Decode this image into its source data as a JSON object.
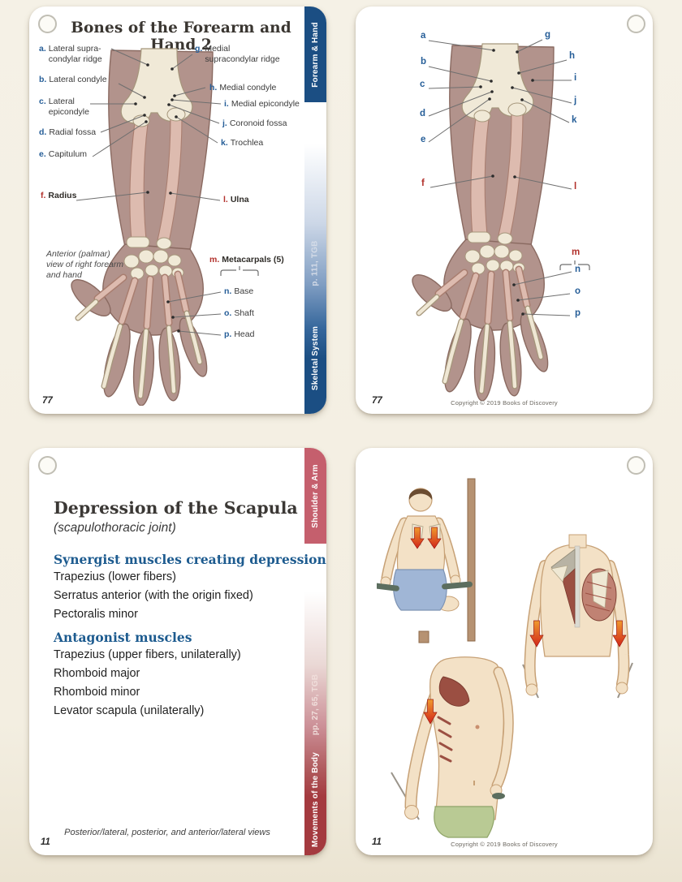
{
  "card1": {
    "tab_top": "Forearm & Hand",
    "tab_ref": "p. 111, TGB",
    "tab_bottom": "Skeletal System",
    "title": "Bones of the Forearm and Hand 2",
    "labels": {
      "a": {
        "k": "a.",
        "t": "Lateral supra-\ncondylar ridge"
      },
      "b": {
        "k": "b.",
        "t": "Lateral condyle"
      },
      "c": {
        "k": "c.",
        "t": "Lateral\nepicondyle"
      },
      "d": {
        "k": "d.",
        "t": "Radial fossa"
      },
      "e": {
        "k": "e.",
        "t": "Capitulum"
      },
      "f": {
        "k": "f.",
        "t": "Radius"
      },
      "g": {
        "k": "g.",
        "t": "Medial\nsupracondylar ridge"
      },
      "h": {
        "k": "h.",
        "t": "Medial condyle"
      },
      "i": {
        "k": "i.",
        "t": "Medial epicondyle"
      },
      "j": {
        "k": "j.",
        "t": "Coronoid fossa"
      },
      "k": {
        "k": "k.",
        "t": "Trochlea"
      },
      "l": {
        "k": "l.",
        "t": "Ulna"
      },
      "m": {
        "k": "m.",
        "t": "Metacarpals (5)"
      },
      "n": {
        "k": "n.",
        "t": "Base"
      },
      "o": {
        "k": "o.",
        "t": "Shaft"
      },
      "p": {
        "k": "p.",
        "t": "Head"
      }
    },
    "caption": "Anterior (palmar)\nview of right forearm\nand hand",
    "page_number": "77"
  },
  "card2": {
    "letters": {
      "a": "a",
      "b": "b",
      "c": "c",
      "d": "d",
      "e": "e",
      "f": "f",
      "g": "g",
      "h": "h",
      "i": "i",
      "j": "j",
      "k": "k",
      "l": "l",
      "m": "m",
      "n": "n",
      "o": "o",
      "p": "p"
    },
    "page_number": "77",
    "copyright": "Copyright © 2019 Books of Discovery"
  },
  "card3": {
    "tab_top": "Shoulder & Arm",
    "tab_ref": "pp. 27, 65, TGB",
    "tab_bottom": "Movements of the Body",
    "title": "Depression of the Scapula",
    "subtitle": "(scapulothoracic joint)",
    "synergist_heading": "Synergist muscles creating depression",
    "synergist_muscles": [
      "Trapezius (lower fibers)",
      "Serratus anterior (with the origin fixed)",
      "Pectoralis minor"
    ],
    "antagonist_heading": "Antagonist muscles",
    "antagonist_muscles": [
      "Trapezius (upper fibers, unilaterally)",
      "Rhomboid major",
      "Rhomboid minor",
      "Levator scapula (unilaterally)"
    ],
    "caption": "Posterior/lateral, posterior, and anterior/lateral views",
    "page_number": "11"
  },
  "card4": {
    "page_number": "11",
    "copyright": "Copyright © 2019 Books of Discovery"
  },
  "colors": {
    "letter_blue": "#265e98",
    "letter_red": "#b2312c",
    "tab_blue": "#1b4e83",
    "tab_rose": "#c55f6d",
    "tab_maroon": "#a43a3f",
    "arrow_red": "#d1251a",
    "background": "#f3eee1"
  }
}
